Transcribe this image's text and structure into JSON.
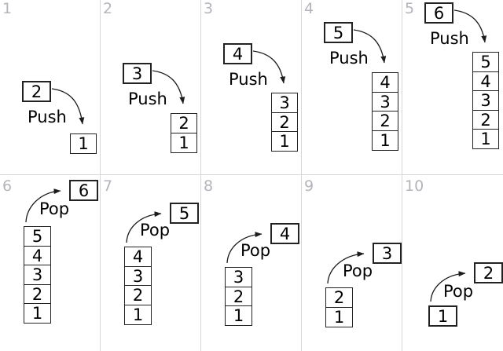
{
  "colors": {
    "background": "#ffffff",
    "divider": "#d6d6d6",
    "panel_number": "#b4b4bc",
    "box_border": "#222222",
    "arrow": "#1c1c1c"
  },
  "panels": [
    {
      "index": "1",
      "op_label": "Push",
      "moving_value": "2",
      "stack": [
        "1"
      ]
    },
    {
      "index": "2",
      "op_label": "Push",
      "moving_value": "3",
      "stack": [
        "2",
        "1"
      ]
    },
    {
      "index": "3",
      "op_label": "Push",
      "moving_value": "4",
      "stack": [
        "3",
        "2",
        "1"
      ]
    },
    {
      "index": "4",
      "op_label": "Push",
      "moving_value": "5",
      "stack": [
        "4",
        "3",
        "2",
        "1"
      ]
    },
    {
      "index": "5",
      "op_label": "Push",
      "moving_value": "6",
      "stack": [
        "5",
        "4",
        "3",
        "2",
        "1"
      ]
    },
    {
      "index": "6",
      "op_label": "Pop",
      "moving_value": "6",
      "stack": [
        "5",
        "4",
        "3",
        "2",
        "1"
      ]
    },
    {
      "index": "7",
      "op_label": "Pop",
      "moving_value": "5",
      "stack": [
        "4",
        "3",
        "2",
        "1"
      ]
    },
    {
      "index": "8",
      "op_label": "Pop",
      "moving_value": "4",
      "stack": [
        "3",
        "2",
        "1"
      ]
    },
    {
      "index": "9",
      "op_label": "Pop",
      "moving_value": "3",
      "stack": [
        "2",
        "1"
      ]
    },
    {
      "index": "10",
      "op_label": "Pop",
      "moving_value": "2",
      "stack": [
        "1"
      ]
    }
  ]
}
